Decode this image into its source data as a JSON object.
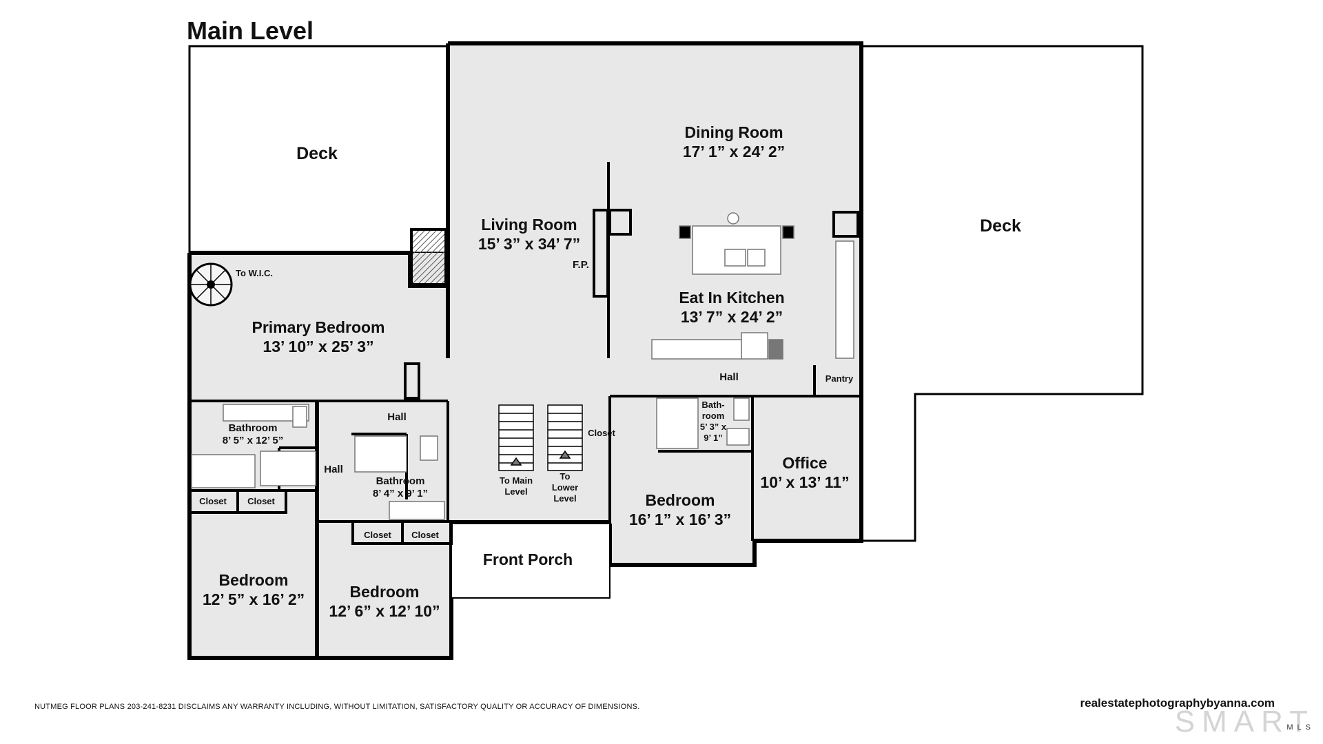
{
  "title": "Main Level",
  "rooms": {
    "deck_left": {
      "name": "Deck"
    },
    "deck_right": {
      "name": "Deck"
    },
    "living": {
      "name": "Living Room",
      "dim": "15’ 3” x 34’ 7”"
    },
    "fp": {
      "name": "F.P."
    },
    "dining": {
      "name": "Dining Room",
      "dim": "17’ 1” x 24’ 2”"
    },
    "kitchen": {
      "name": "Eat In Kitchen",
      "dim": "13’ 7” x 24’ 2”"
    },
    "primary": {
      "name": "Primary Bedroom",
      "dim": "13’ 10” x 25’ 3”"
    },
    "wic": {
      "name": "To W.I.C."
    },
    "hall_top": {
      "name": "Hall"
    },
    "hall_mid": {
      "name": "Hall"
    },
    "hall_left": {
      "name": "Hall"
    },
    "pantry": {
      "name": "Pantry"
    },
    "bath1": {
      "name": "Bathroom",
      "dim": "8’ 5” x 12’ 5”"
    },
    "bath2": {
      "name": "Bathroom",
      "dim": "8’ 4” x 9’ 1”"
    },
    "bath3": {
      "name": "Bath-",
      "name2": "room",
      "dim": "5’ 3” x",
      "dim2": "9’ 1”"
    },
    "closet_a": {
      "name": "Closet"
    },
    "closet_b": {
      "name": "Closet"
    },
    "closet_c": {
      "name": "Closet"
    },
    "closet_d": {
      "name": "Closet"
    },
    "closet_e": {
      "name": "Closet"
    },
    "to_main": {
      "name": "To Main",
      "name2": "Level"
    },
    "to_lower": {
      "name": "To",
      "name2": "Lower",
      "name3": "Level"
    },
    "bed1": {
      "name": "Bedroom",
      "dim": "12’ 5” x 16’ 2”"
    },
    "bed2": {
      "name": "Bedroom",
      "dim": "12’ 6” x 12’ 10”"
    },
    "bed3": {
      "name": "Bedroom",
      "dim": "16’ 1” x 16’ 3”"
    },
    "office": {
      "name": "Office",
      "dim": "10’ x 13’ 11”"
    },
    "porch": {
      "name": "Front Porch"
    }
  },
  "footer": {
    "disclaimer": "NUTMEG FLOOR PLANS 203-241-8231 DISCLAIMS ANY WARRANTY INCLUDING, WITHOUT LIMITATION, SATISFACTORY QUALITY OR ACCURACY OF DIMENSIONS.",
    "website": "realestatephotographybyanna.com",
    "logo": "SMART",
    "logo_sub": "MLS"
  },
  "colors": {
    "floor": "#e8e8e8",
    "wall": "#000000",
    "deck": "#ffffff"
  }
}
